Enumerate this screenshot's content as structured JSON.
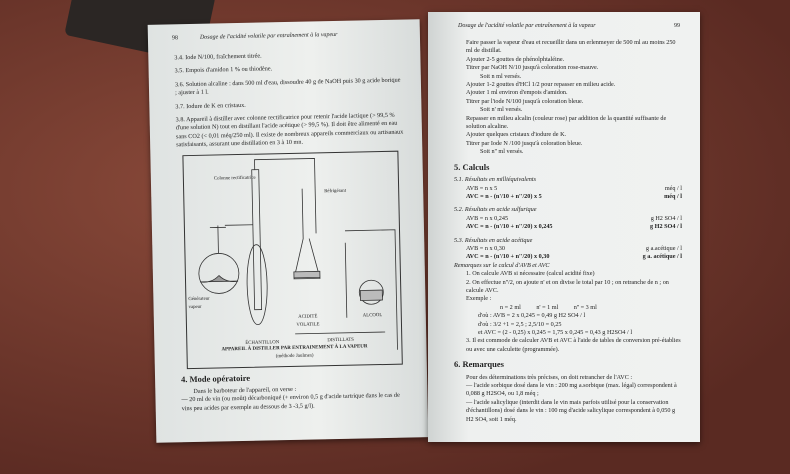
{
  "left_page": {
    "page_number": "98",
    "running_header": "Dosage de l'acidité volatile par entraînement à la vapeur",
    "items": [
      "3.4. Iode N/100, fraîchement titrée.",
      "3.5. Empois d'amidon 1 % ou thiodène.",
      "3.6. Solution alcaline : dans 500 ml d'eau, dissoudre 40 g de NaOH puis 30 g acide borique ; ajuster à 1 l.",
      "3.7. Iodure de K en cristaux.",
      "3.8. Appareil à distiller avec colonne rectificatrice pour retenir l'acide lactique (> 99,5 % d'une solution N) tout en distillant l'acide acétique (> 99,5 %). Il doit être alimenté en eau sans CO2 (< 0,01 méq/250 ml). Il existe de nombreux appareils commerciaux ou artisanaux satisfaisants, assurant une distillation en 3 à 10 mn."
    ],
    "figure": {
      "labels": {
        "colonne": "Colonne rectificatrice",
        "refrigerant": "Réfrigérant",
        "generateur": "Générateur vapeur",
        "echantillon": "ÉCHANTILLON",
        "acidite": "ACIDITÉ VOLATILE",
        "alcool": "ALCOOL",
        "distillats": "DISTILLATS"
      },
      "caption": "APPAREIL À DISTILLER PAR ENTRAINEMENT À LA VAPEUR",
      "subcaption": "(méthode Jaulmes)"
    },
    "section4_title": "4. Mode opératoire",
    "section4_lines": [
      "Dans le barboteur de l'appareil, on verse :",
      "— 20 ml de vin (ou moût) décarboniqué (+ environ 0,5 g d'acide tartrique dans le cas de vins peu acides par exemple au dessous de 3 -3,5 g/l)."
    ]
  },
  "right_page": {
    "page_number": "99",
    "running_header": "Dosage de l'acidité volatile par entraînement à la vapeur",
    "procedure": [
      "Faire passer la vapeur d'eau et recueillir dans un erlenmeyer de 500 ml au moins 250 ml de distillat.",
      "Ajouter 2-5 gouttes de phénolphtaléine.",
      "Titrer par NaOH N/10 jusqu'à coloration rose-mauve.",
      "Soit n ml versés.",
      "Ajouter 1-2 gouttes d'HCl 1/2 pour repasser en milieu acide.",
      "Ajouter 1 ml environ d'empois d'amidon.",
      "Titrer par l'iode N/100 jusqu'à coloration bleue.",
      "Soit n' ml versés.",
      "Repasser en milieu alcalin (couleur rose) par addition de la quantité suffisante de solution alcaline.",
      "Ajouter quelques cristaux d'iodure de K.",
      "Titrer par Iode N /100 jusqu'à coloration bleue.",
      "Soit n'' ml versés."
    ],
    "section5_title": "5. Calculs",
    "s51": {
      "title": "5.1. Résultats en milliéquivalents",
      "avb": "AVB = n x 5",
      "avb_unit": "méq / l",
      "avc": "AVC = n - (n'/10 + n''/20) x 5",
      "avc_unit": "méq / l"
    },
    "s52": {
      "title": "5.2. Résultats en acide sulfurique",
      "avb": "AVB = n x 0,245",
      "avb_unit": "g H2 SO4 / l",
      "avc": "AVC = n - (n'/10 + n''/20) x 0,245",
      "avc_unit": "g H2 SO4 / l"
    },
    "s53": {
      "title": "5.3. Résultats en acide acétique",
      "avb": "AVB = n x 0,30",
      "avb_unit": "g a.acétique / l",
      "avc": "AVC = n - (n'/10 + n''/20) x 0,30",
      "avc_unit": "g a. acétique / l"
    },
    "remarks_title": "Remarques sur le calcul d'AVB et AVC",
    "remarks": [
      "1. On calcule AVB si nécessaire (calcul acidité fixe)",
      "2. On effectue n''/2, on ajoute n' et on divise le total par 10 ; on retranche de n ; on calcule AVC.",
      "Exemple :",
      "n = 2 ml          n' = 1 ml          n'' = 3 ml",
      "d'où :   AVB = 2 x 0,245 = 0,49 g H2 SO4 / l",
      "d'où :   3/2 +1 = 2,5 ;     2,5/10 = 0,25",
      "et AVC = (2 - 0,25) x 0,245 = 1,75 x 0,245 = 0,43 g H2SO4 / l",
      "3. Il est commode de calculer AVB et AVC à l'aide de tables de conversion pré-établies ou avec une calculette (programmée)."
    ],
    "section6_title": "6. Remarques",
    "section6": [
      "Pour des déterminations très précises, on doit retrancher de l'AVC :",
      "— l'acide sorbique dosé dans le vin : 200 mg a.sorbique (max. légal) correspondent à 0,088 g H2SO4, ou 1,8 méq ;",
      "— l'acide salicylique (interdit dans le vin mais parfois utilisé pour la conservation d'échantillons) dosé dans le vin : 100 mg d'acide salicylique correspondent à 0,050 g H2 SO4, soit 1 méq."
    ]
  }
}
